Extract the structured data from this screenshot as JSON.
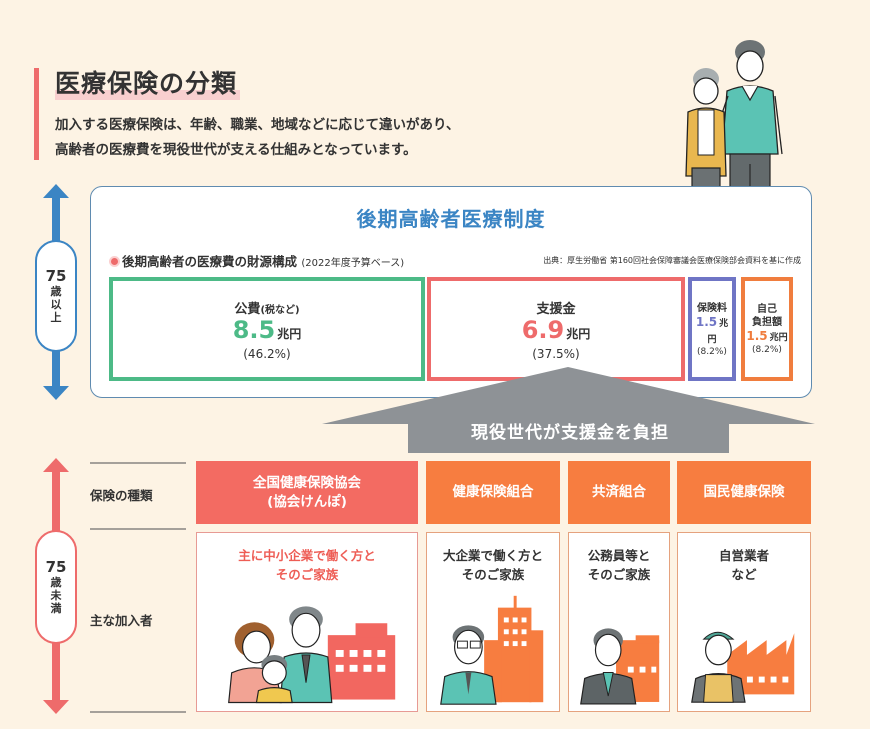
{
  "header": {
    "title": "医療保険の分類",
    "intro_line1": "加入する医療保険は、年齢、職業、地域などに応じて違いがあり、",
    "intro_line2": "高齢者の医療費を現役世代が支える仕組みとなっています。"
  },
  "age_bands": {
    "upper": {
      "num": "75",
      "c1": "歳",
      "c2": "以",
      "c3": "上",
      "color": "#3b85c4"
    },
    "lower": {
      "num": "75",
      "c1": "歳",
      "c2": "未",
      "c3": "満",
      "color": "#ee6b6b"
    }
  },
  "elderly_system": {
    "title": "後期高齢者医療制度",
    "funding_heading": "後期高齢者の医療費の財源構成",
    "funding_subheading": "(2022年度予算ベース)",
    "source": "出典：厚生労働省 第160回社会保障審議会医療保険部会資料を基に作成",
    "sources": [
      {
        "label": "公費",
        "label_note": "(税など)",
        "value": "8.5",
        "unit": "兆円",
        "pct": "(46.2%)",
        "color": "#4dba87"
      },
      {
        "label": "支援金",
        "label_note": "",
        "value": "6.9",
        "unit": "兆円",
        "pct": "(37.5%)",
        "color": "#ee6b6b"
      },
      {
        "label": "保険料",
        "label_note": "",
        "value": "1.5",
        "unit": "兆円",
        "pct": "(8.2%)",
        "color": "#6f75c5"
      },
      {
        "label_line1": "自己",
        "label_line2": "負担額",
        "value": "1.5",
        "unit": "兆円",
        "pct": "(8.2%)",
        "color": "#f07d3e"
      }
    ]
  },
  "support_arrow": {
    "label": "現役世代が支援金を負担"
  },
  "lower_section": {
    "row_labels": {
      "type": "保険の種類",
      "members": "主な加入者"
    },
    "insurers": [
      {
        "name_line1": "全国健康保険協会",
        "name_line2": "(協会けんぽ)",
        "members_line1": "主に中小企業で働く方と",
        "members_line2": "そのご家族",
        "color": "#f36b62"
      },
      {
        "name_line1": "健康保険組合",
        "name_line2": "",
        "members_line1": "大企業で働く方と",
        "members_line2": "そのご家族",
        "color": "#f77d40"
      },
      {
        "name_line1": "共済組合",
        "name_line2": "",
        "members_line1": "公務員等と",
        "members_line2": "そのご家族",
        "color": "#f77d40"
      },
      {
        "name_line1": "国民健康保険",
        "name_line2": "",
        "members_line1": "自営業者",
        "members_line2": "など",
        "color": "#f77d40"
      }
    ]
  }
}
